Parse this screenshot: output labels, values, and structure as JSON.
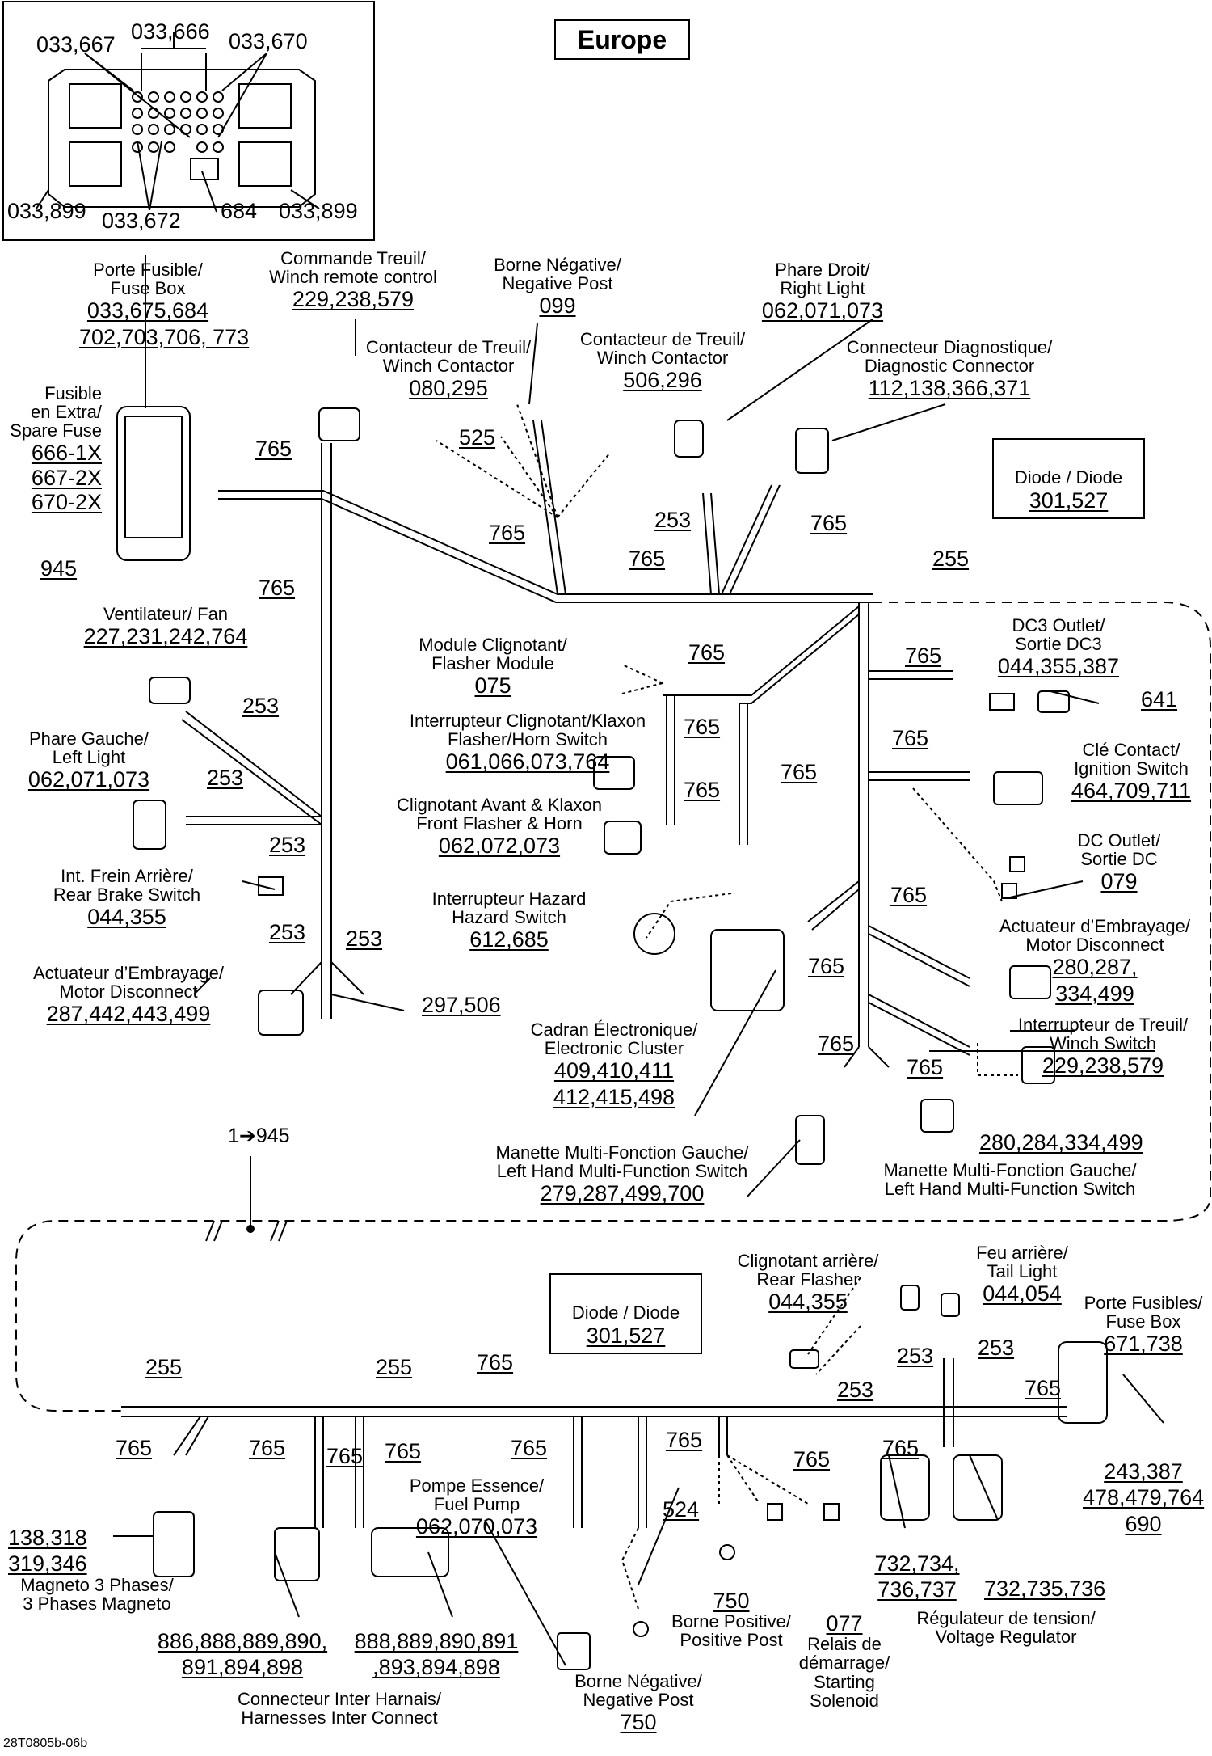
{
  "region": "Europe",
  "figure_id": "28T0805b-06b",
  "inset": {
    "codes": {
      "top_left": "033,667",
      "top_mid": "033,666",
      "top_right": "033,670",
      "bottom_left": "033,899",
      "bottom_mid": "033,672",
      "bottom_684": "684",
      "bottom_right": "033,899"
    }
  },
  "diodes": [
    {
      "label": "Diode / Diode",
      "code": "301,527"
    },
    {
      "label": "Diode / Diode",
      "code": "301,527"
    }
  ],
  "connector_break": "1➔945",
  "components": {
    "fuse_box": {
      "l1": "Porte Fusible/",
      "l2": "Fuse Box",
      "c1": "033,675,684",
      "c2": "702,703,706, 773"
    },
    "spare_fuse": {
      "l1": "Fusible",
      "l2": "en Extra/",
      "l3": "Spare Fuse",
      "c1": "666-1X",
      "c2": "667-2X",
      "c3": "670-2X"
    },
    "fuse_945": "945",
    "winch_remote": {
      "l1": "Commande Treuil/",
      "l2": "Winch remote control",
      "c": "229,238,579"
    },
    "negative_post_top": {
      "l1": "Borne Négative/",
      "l2": "Negative Post",
      "c": "099"
    },
    "right_light": {
      "l1": "Phare Droit/",
      "l2": "Right Light",
      "c": "062,071,073"
    },
    "winch_contactor_a": {
      "l1": "Contacteur de Treuil/",
      "l2": "Winch Contactor",
      "c": "080,295"
    },
    "winch_contactor_b": {
      "l1": "Contacteur de Treuil/",
      "l2": "Winch Contactor",
      "c": "506,296"
    },
    "diagnostic": {
      "l1": "Connecteur Diagnostique/",
      "l2": "Diagnostic Connector",
      "c": "112,138,366,371"
    },
    "fan": {
      "l1": "Ventilateur/ Fan",
      "c": "227,231,242,764"
    },
    "left_light": {
      "l1": "Phare Gauche/",
      "l2": "Left Light",
      "c": "062,071,073"
    },
    "rear_brake": {
      "l1": "Int. Frein Arrière/",
      "l2": "Rear Brake Switch",
      "c": "044,355"
    },
    "motor_disconnect_l": {
      "l1": "Actuateur d’Embrayage/",
      "l2": "Motor Disconnect",
      "c": "287,442,443,499"
    },
    "code_297": "297,506",
    "flasher_module": {
      "l1": "Module Clignotant/",
      "l2": "Flasher Module",
      "c": "075"
    },
    "flasher_horn_sw": {
      "l1": "Interrupteur Clignotant/Klaxon",
      "l2": "Flasher/Horn Switch",
      "c": "061,066,073,764"
    },
    "front_flasher": {
      "l1": "Clignotant Avant & Klaxon",
      "l2": "Front Flasher & Horn",
      "c": "062,072,073"
    },
    "hazard": {
      "l1": "Interrupteur Hazard",
      "l2": "Hazard Switch",
      "c": "612,685"
    },
    "cluster": {
      "l1": "Cadran Électronique/",
      "l2": "Electronic Cluster",
      "c1": "409,410,411",
      "c2": "412,415,498"
    },
    "dc3": {
      "l1": "DC3 Outlet/",
      "l2": "Sortie DC3",
      "c": "044,355,387"
    },
    "code_641": "641",
    "ignition": {
      "l1": "Clé Contact/",
      "l2": "Ignition Switch",
      "c": "464,709,711"
    },
    "dc_outlet": {
      "l1": "DC Outlet/",
      "l2": "Sortie DC",
      "c": "079"
    },
    "motor_disconnect_r": {
      "l1": "Actuateur d’Embrayage/",
      "l2": "Motor Disconnect",
      "c1": "280,287,",
      "c2": "334,499"
    },
    "winch_switch": {
      "l1": "Interrupteur de Treuil/",
      "l2": "Winch Switch",
      "c": "229,238,579"
    },
    "code_280": "280,284,334,499",
    "lh_switch_a": {
      "l1": "Manette Multi-Fonction Gauche/",
      "l2": "Left Hand Multi-Function Switch",
      "c": "279,287,499,700"
    },
    "lh_switch_b": {
      "l1": "Manette Multi-Fonction Gauche/",
      "l2": "Left Hand Multi-Function Switch"
    },
    "rear_flasher": {
      "l1": "Clignotant arrière/",
      "l2": "Rear Flasher",
      "c": "044,355"
    },
    "tail_light": {
      "l1": "Feu arrière/",
      "l2": "Tail Light",
      "c": "044,054"
    },
    "fuse_box_rear": {
      "l1": "Porte Fusibles/",
      "l2": "Fuse Box",
      "c": "671,738"
    },
    "code_243": {
      "c1": "243,387",
      "c2": "478,479,764",
      "c3": "690"
    },
    "magneto": {
      "c1": "138,318",
      "c2": "319,346",
      "l1": "Magneto 3 Phases/",
      "l2": "3 Phases Magneto"
    },
    "fuel_pump": {
      "l1": "Pompe Essence/",
      "l2": "Fuel Pump",
      "c": "062,070,073"
    },
    "inter_connect": {
      "c1": "886,888,889,890,",
      "c2": "891,894,898",
      "c3": "888,889,890,891",
      "c4": ",893,894,898",
      "l1": "Connecteur Inter Harnais/",
      "l2": "Harnesses Inter Connect"
    },
    "code_524": "524",
    "positive_post": {
      "c": "750",
      "l1": "Borne Positive/",
      "l2": "Positive Post"
    },
    "negative_post_bottom": {
      "l1": "Borne Négative/",
      "l2": "Negative Post",
      "c": "750"
    },
    "starting_solenoid": {
      "c": "077",
      "l1": "Relais de",
      "l2": "démarrage/",
      "l3": "Starting",
      "l4": "Solenoid"
    },
    "regulator": {
      "c1": "732,734,",
      "c2": "736,737",
      "c3": "732,735,736",
      "l1": "Régulateur de tension/",
      "l2": "Voltage Regulator"
    }
  },
  "harness_numbers": [
    "765",
    "765",
    "765",
    "765",
    "765",
    "765",
    "765",
    "765",
    "765",
    "765",
    "765",
    "765",
    "765",
    "765",
    "765",
    "765",
    "765",
    "765",
    "765",
    "765",
    "765",
    "765",
    "765",
    "765",
    "765",
    "253",
    "253",
    "253",
    "253",
    "253",
    "253",
    "253",
    "253",
    "253",
    "255",
    "255",
    "255",
    "525"
  ]
}
